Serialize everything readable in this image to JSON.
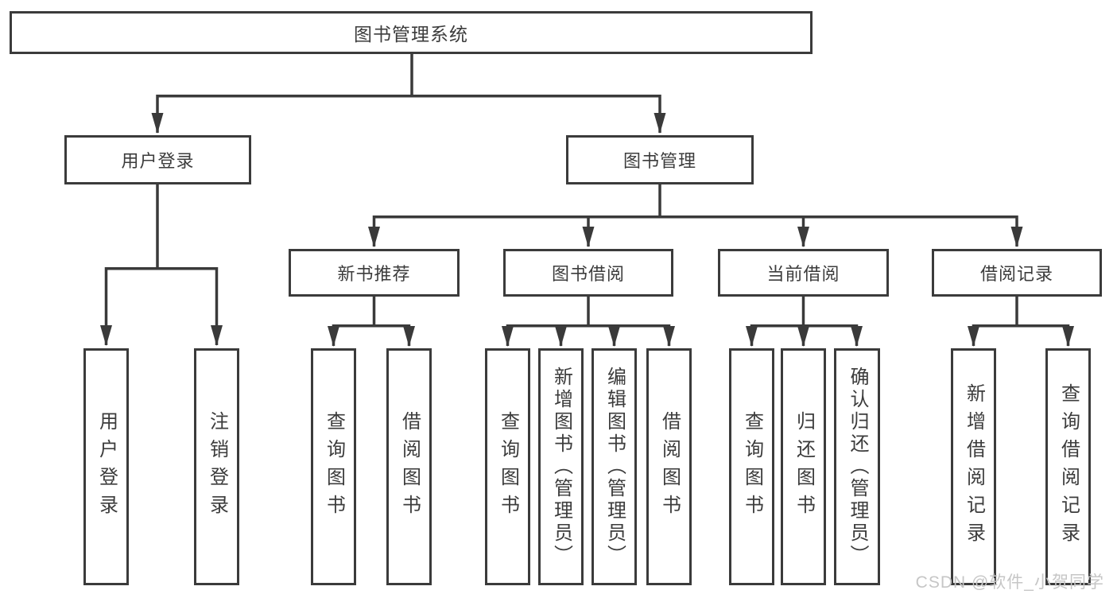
{
  "nodes": {
    "root": "图书管理系统",
    "userLogin": "用户登录",
    "bookMgmt": "图书管理",
    "newBooks": "新书推荐",
    "bookBorrow": "图书借阅",
    "currentBorrow": "当前借阅",
    "borrowRecords": "借阅记录",
    "ulLogin": "用户登录",
    "ulLogout": "注销登录",
    "nbQuery": "查询图书",
    "nbBorrow": "借阅图书",
    "bbQuery": "查询图书",
    "bbAdd": "新增图书（管理员）",
    "bbEdit": "编辑图书（管理员）",
    "bbBorrow": "借阅图书",
    "cbQuery": "查询图书",
    "cbReturn": "归还图书",
    "cbConfirm": "确认归还（管理员）",
    "brAdd": "新增借阅记录",
    "brQuery": "查询借阅记录"
  },
  "hierarchy": {
    "图书管理系统": {
      "用户登录": [
        "用户登录",
        "注销登录"
      ],
      "图书管理": {
        "新书推荐": [
          "查询图书",
          "借阅图书"
        ],
        "图书借阅": [
          "查询图书",
          "新增图书（管理员）",
          "编辑图书（管理员）",
          "借阅图书"
        ],
        "当前借阅": [
          "查询图书",
          "归还图书",
          "确认归还（管理员）"
        ],
        "借阅记录": [
          "新增借阅记录",
          "查询借阅记录"
        ]
      }
    }
  },
  "watermark": "CSDN @软件_小贺同学",
  "colors": {
    "line": "#3a3a3a",
    "border": "#3b3b3b",
    "text": "#3c3c3c",
    "watermark": "#c6c6c6",
    "background": "#ffffff"
  }
}
